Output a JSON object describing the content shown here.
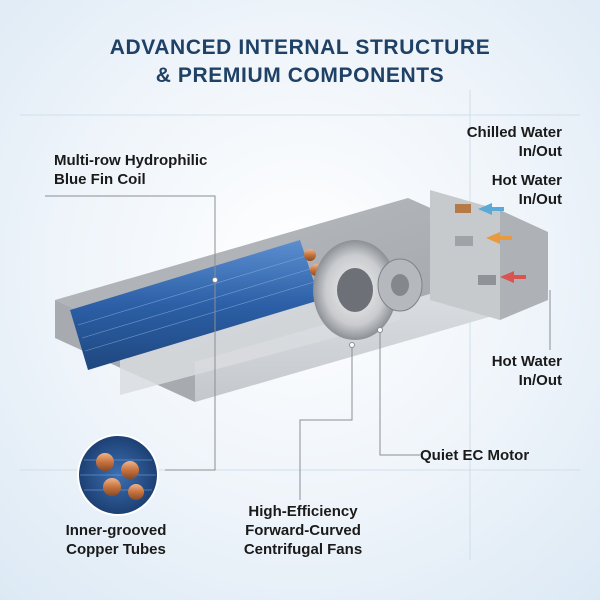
{
  "header": {
    "title_line1": "ADVANCED INTERNAL STRUCTURE",
    "title_line2": "& PREMIUM COMPONENTS"
  },
  "labels": {
    "fin_coil_line1": "Multi-row Hydrophilic",
    "fin_coil_line2": "Blue Fin Coil",
    "chilled_water_line1": "Chilled Water",
    "chilled_water_line2": "In/Out",
    "hot_water_top_line1": "Hot Water",
    "hot_water_top_line2": "In/Out",
    "hot_water_bottom_line1": "Hot Water",
    "hot_water_bottom_line2": "In/Out",
    "motor": "Quiet EC Motor",
    "copper_line1": "Inner-grooved",
    "copper_line2": "Copper Tubes",
    "fans_line1": "High-Efficiency",
    "fans_line2": "Forward-Curved",
    "fans_line3": "Centrifugal Fans"
  },
  "colors": {
    "title": "#1f4166",
    "arrow_chilled": "#5aa9d6",
    "arrow_hot_top": "#e89a3c",
    "arrow_hot_bottom": "#d9534f"
  }
}
